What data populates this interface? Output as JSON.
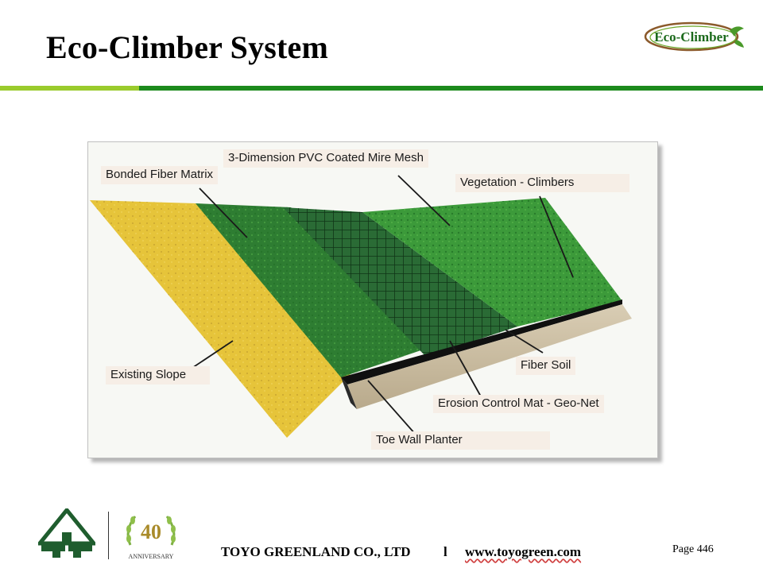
{
  "slide": {
    "title": "Eco-Climber System"
  },
  "brand_logo": {
    "text": "Eco-Climber",
    "accent": "#1c8a1c",
    "frame_color": "#8b5a2b"
  },
  "diagram": {
    "labels": {
      "mesh": "3-Dimension PVC Coated Mire Mesh",
      "bonded_fiber": "Bonded Fiber Matrix",
      "vegetation": "Vegetation - Climbers",
      "existing_slope": "Existing Slope",
      "fiber_soil": "Fiber Soil",
      "erosion_mat": "Erosion Control Mat - Geo-Net",
      "toe_wall": "Toe Wall Planter"
    }
  },
  "footer": {
    "anniversary_number": "40",
    "anniversary_text": "ANNIVERSARY",
    "company": "TOYO GREENLAND CO., LTD",
    "separator": "l",
    "url": "www.toyogreen.com",
    "page": "Page 446"
  },
  "colors": {
    "accent_light": "#9acb2c",
    "accent_dark": "#1c8a1c",
    "slope_yellow": "#e8c63a",
    "vegetation_green": "#2f8a2f"
  }
}
